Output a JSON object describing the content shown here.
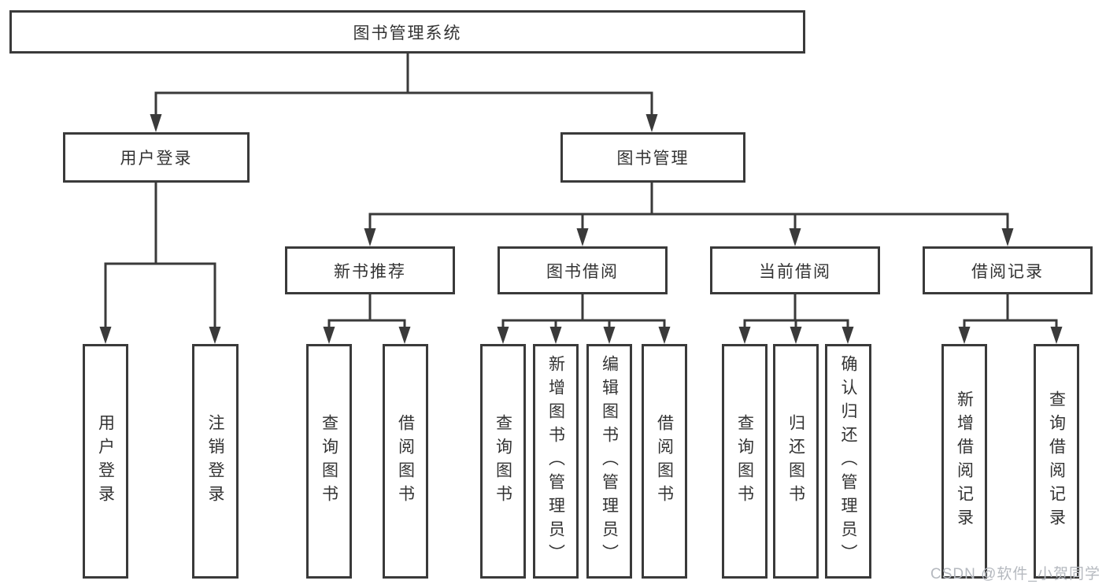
{
  "watermark": "CSDN @软件_小贺同学",
  "colors": {
    "line": "#3a3a3a",
    "box_border": "#3a3a3a",
    "text": "#333333",
    "watermark": "#b5b9bf",
    "background": "#ffffff"
  },
  "tree": {
    "root": {
      "label": "图书管理系统"
    },
    "user_login": {
      "label": "用户登录",
      "children": [
        {
          "label": "用户登录"
        },
        {
          "label": "注销登录"
        }
      ]
    },
    "book_mgmt": {
      "label": "图书管理",
      "groups": [
        {
          "label": "新书推荐",
          "children": [
            {
              "label": "查询图书"
            },
            {
              "label": "借阅图书"
            }
          ]
        },
        {
          "label": "图书借阅",
          "children": [
            {
              "label": "查询图书"
            },
            {
              "label": "新增图书（管理员）"
            },
            {
              "label": "编辑图书（管理员）"
            },
            {
              "label": "借阅图书"
            }
          ]
        },
        {
          "label": "当前借阅",
          "children": [
            {
              "label": "查询图书"
            },
            {
              "label": "归还图书"
            },
            {
              "label": "确认归还（管理员）"
            }
          ]
        },
        {
          "label": "借阅记录",
          "children": [
            {
              "label": "新增借阅记录"
            },
            {
              "label": "查询借阅记录"
            }
          ]
        }
      ]
    }
  }
}
